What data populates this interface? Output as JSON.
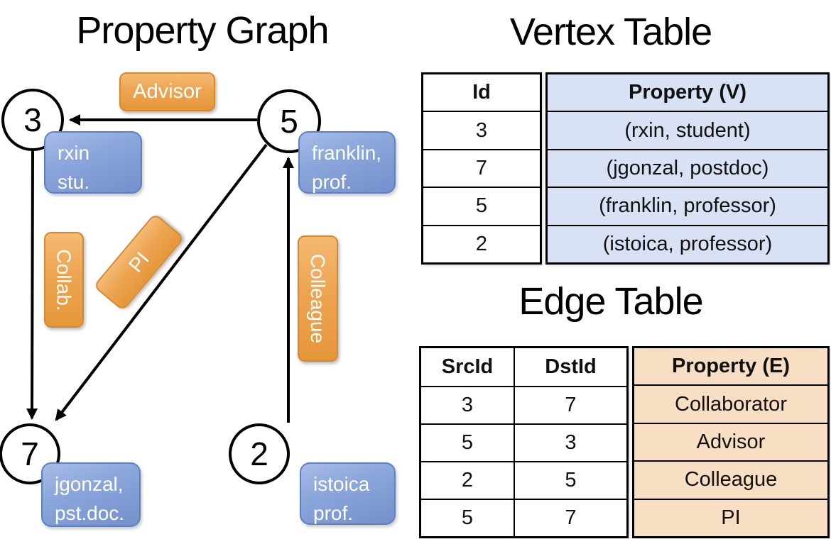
{
  "graph": {
    "title": "Property Graph",
    "vertices": [
      {
        "id": "3",
        "label_line1": "rxin",
        "label_line2": "stu."
      },
      {
        "id": "5",
        "label_line1": "franklin,",
        "label_line2": "prof."
      },
      {
        "id": "7",
        "label_line1": "jgonzal,",
        "label_line2": "pst.doc."
      },
      {
        "id": "2",
        "label_line1": "istoica",
        "label_line2": "prof."
      }
    ],
    "edges": [
      {
        "label": "Advisor",
        "from": "5",
        "to": "3"
      },
      {
        "label": "Collab.",
        "from": "3",
        "to": "7"
      },
      {
        "label": "PI",
        "from": "5",
        "to": "7"
      },
      {
        "label": "Colleague",
        "from": "2",
        "to": "5"
      }
    ]
  },
  "vertex_table": {
    "title": "Vertex Table",
    "headers": {
      "id": "Id",
      "property": "Property (V)"
    },
    "rows": [
      {
        "id": "3",
        "property": "(rxin, student)"
      },
      {
        "id": "7",
        "property": "(jgonzal, postdoc)"
      },
      {
        "id": "5",
        "property": "(franklin, professor)"
      },
      {
        "id": "2",
        "property": "(istoica, professor)"
      }
    ]
  },
  "edge_table": {
    "title": "Edge Table",
    "headers": {
      "src": "SrcId",
      "dst": "DstId",
      "property": "Property (E)"
    },
    "rows": [
      {
        "src": "3",
        "dst": "7",
        "property": "Collaborator"
      },
      {
        "src": "5",
        "dst": "3",
        "property": "Advisor"
      },
      {
        "src": "2",
        "dst": "5",
        "property": "Colleague"
      },
      {
        "src": "5",
        "dst": "7",
        "property": "PI"
      }
    ]
  },
  "colors": {
    "edge_label_orange": "#EDA452",
    "edge_label_border": "#D5892E",
    "vertex_label_blue": "#8BA6DB",
    "vertex_label_border": "#5F80BE",
    "vertex_table_fill": "#D9E2F4",
    "edge_table_fill": "#F8DFC3",
    "line_color": "#000000"
  }
}
